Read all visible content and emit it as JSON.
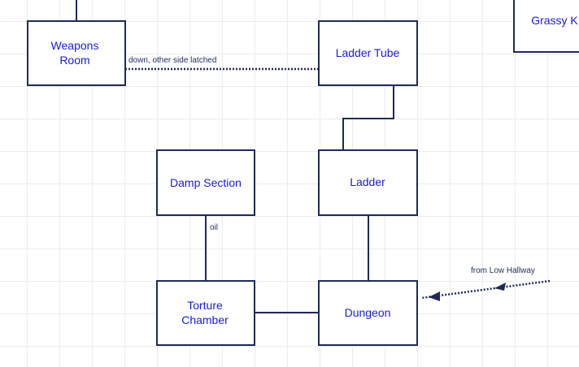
{
  "rooms": {
    "weapons_room": {
      "line1": "Weapons",
      "line2": "Room"
    },
    "ladder_tube": {
      "label": "Ladder Tube"
    },
    "grassy": {
      "label": "Grassy K"
    },
    "damp_section": {
      "label": "Damp Section"
    },
    "ladder": {
      "label": "Ladder"
    },
    "torture_chamber": {
      "line1": "Torture",
      "line2": "Chamber"
    },
    "dungeon": {
      "label": "Dungeon"
    }
  },
  "connection_labels": {
    "weapons_to_ladder_tube": "down, other side latched",
    "damp_to_torture": "oil",
    "from_low_hallway": "from Low Hallway"
  },
  "colors": {
    "room_text": "#1a1adc",
    "line": "#1f2a5a",
    "grid": "#ececec"
  }
}
